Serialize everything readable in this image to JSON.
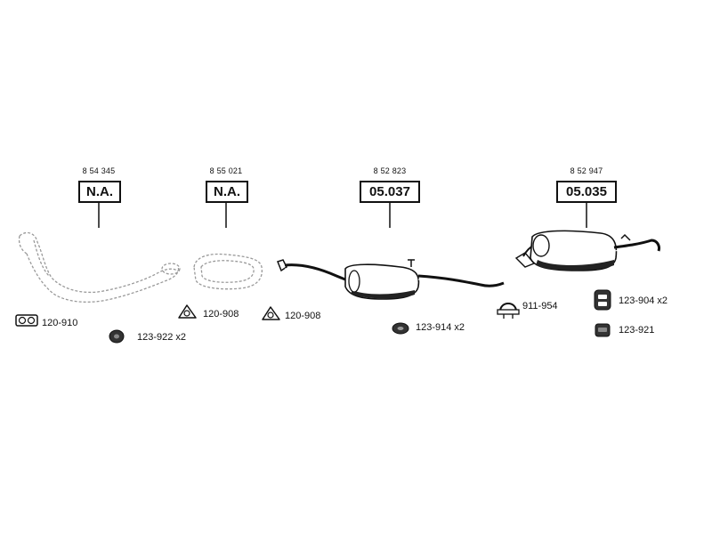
{
  "sections": [
    {
      "oem": "8 54 345",
      "ref": "N.A."
    },
    {
      "oem": "8 55 021",
      "ref": "N.A."
    },
    {
      "oem": "8 52 823",
      "ref": "05.037"
    },
    {
      "oem": "8 52 947",
      "ref": "05.035"
    }
  ],
  "accessories": [
    {
      "code": "120-910",
      "icon": "gasket-double-ring-icon"
    },
    {
      "code": "123-922 x2",
      "icon": "rubber-ring-mount-icon"
    },
    {
      "code": "120-908",
      "icon": "flange-gasket-icon"
    },
    {
      "code": "120-908",
      "icon": "flange-gasket-icon"
    },
    {
      "code": "123-914 x2",
      "icon": "rubber-ring-mount-icon"
    },
    {
      "code": "911-954",
      "icon": "pipe-clamp-icon"
    },
    {
      "code": "123-904 x2",
      "icon": "rubber-hanger-icon"
    },
    {
      "code": "123-921",
      "icon": "rubber-mount-icon"
    }
  ]
}
